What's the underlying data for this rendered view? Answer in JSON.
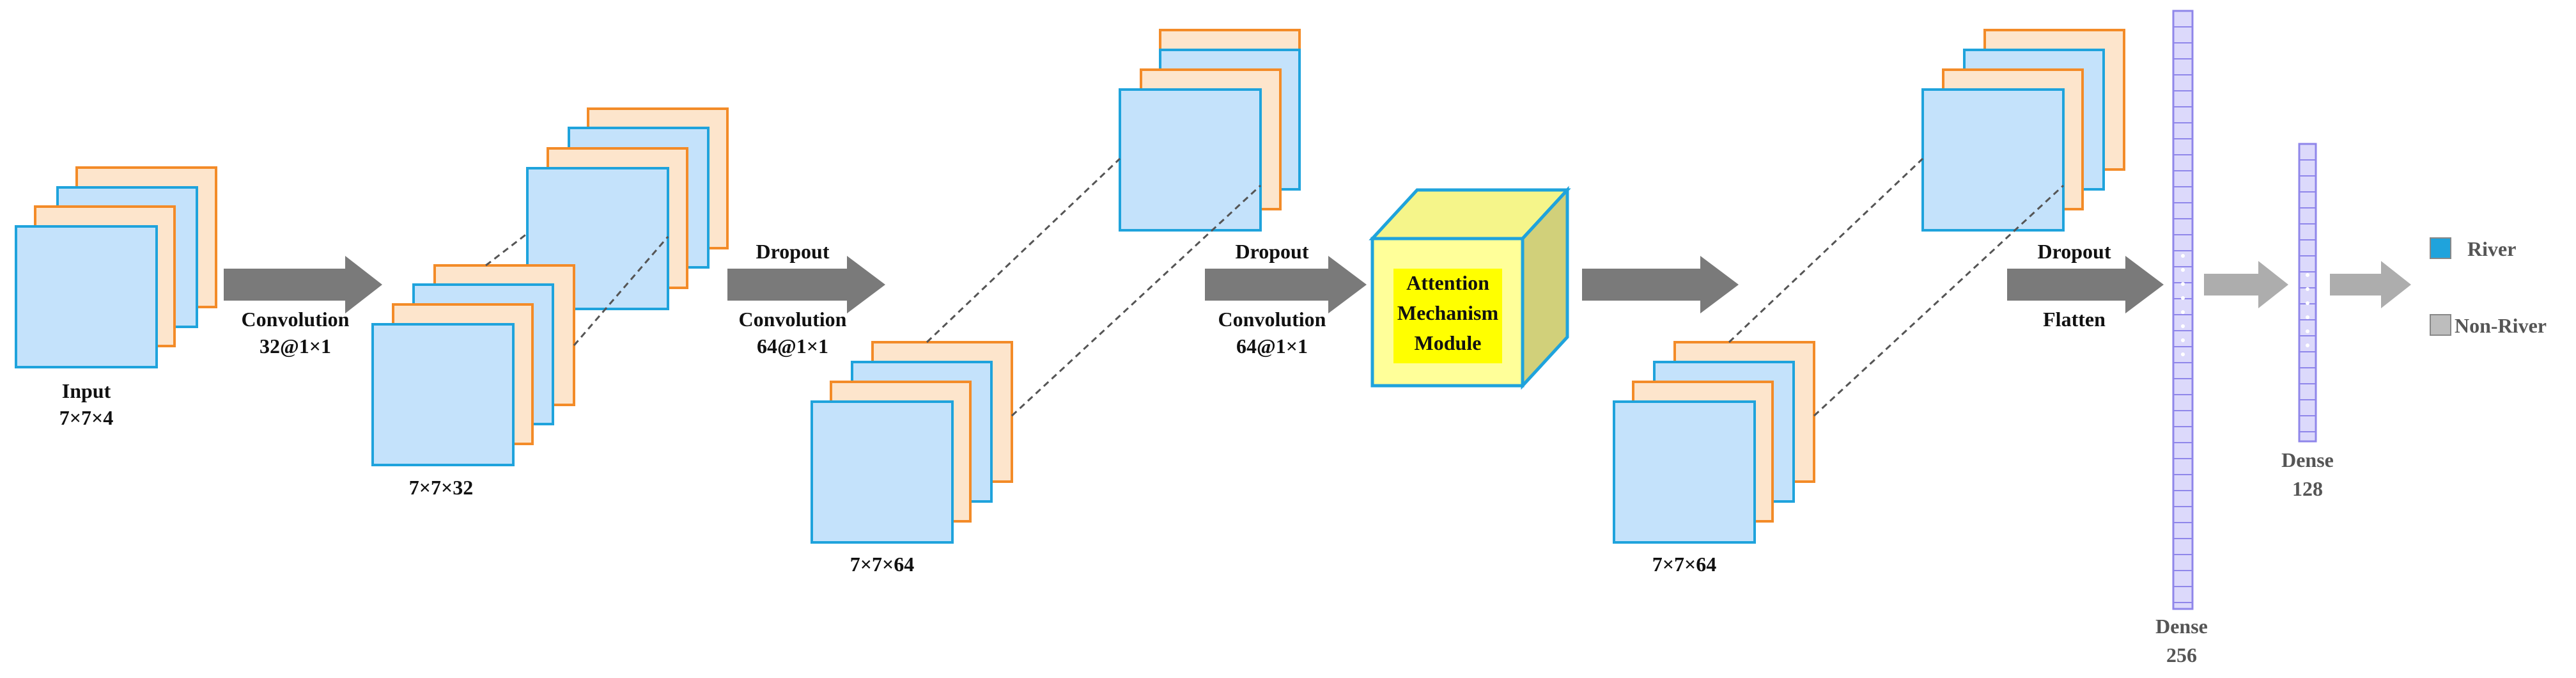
{
  "colors": {
    "map_fill": "#c4e2fb",
    "map_stroke": "#1fa3dc",
    "back_fill": "#fde5cc",
    "back_stroke": "#f38b28",
    "arrow_dark": "#7a7a7a",
    "arrow_light": "#adadad",
    "dense_fill": "#dcd9fb",
    "dense_stroke": "#8f86ea",
    "cube_front": "#ffff99",
    "cube_top": "#f5f58a",
    "cube_side": "#d1d07a",
    "cube_stroke": "#1fa3dc",
    "highlight": "#ffff00",
    "river_swatch": "#1fa3dc",
    "nonriver_swatch": "#bdbdbd"
  },
  "labels": {
    "input_title": "Input",
    "input_dims": "7×7×4",
    "conv1_op": "Convolution",
    "conv1_params": "32@1×1",
    "map1_dims": "7×7×32",
    "dropout1": "Dropout",
    "conv2_op": "Convolution",
    "conv2_params": "64@1×1",
    "map2_dims": "7×7×64",
    "dropout2": "Dropout",
    "conv3_op": "Convolution",
    "conv3_params": "64@1×1",
    "attention_line1": "Attention",
    "attention_line2": "Mechanism",
    "attention_line3": "Module",
    "map3_dims": "7×7×64",
    "dropout3": "Dropout",
    "flatten": "Flatten",
    "dense1_title": "Dense",
    "dense1_units": "256",
    "dense2_title": "Dense",
    "dense2_units": "128"
  },
  "legend": [
    {
      "label": "River",
      "color": "#1fa3dc"
    },
    {
      "label": "Non-River",
      "color": "#bdbdbd"
    }
  ]
}
